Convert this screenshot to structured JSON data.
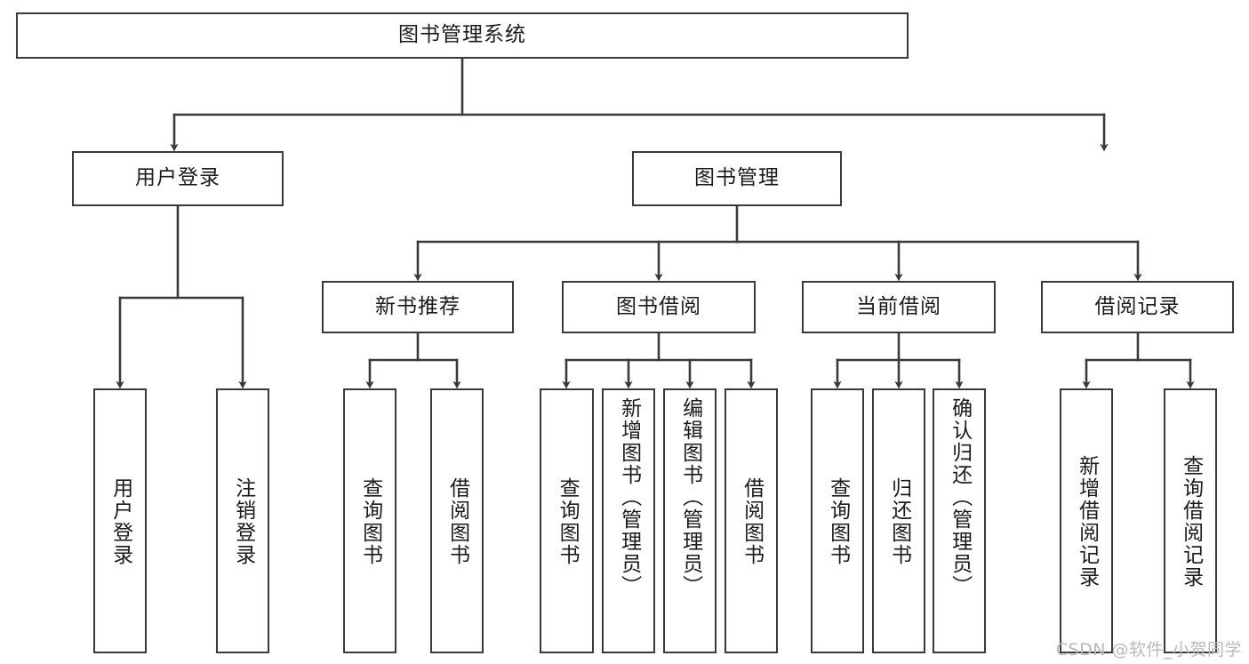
{
  "diagram": {
    "title": "图书管理系统",
    "type": "tree-hierarchy-chart",
    "stroke_color": "#3a3a3a",
    "fill_color": "#ffffff",
    "text_color": "#1b1b1b",
    "nodes": {
      "root": {
        "label": "图书管理系统"
      },
      "level2": [
        {
          "id": "user-login",
          "label": "用户登录"
        },
        {
          "id": "book-manage",
          "label": "图书管理"
        }
      ],
      "level3": [
        {
          "id": "new-book-recommend",
          "label": "新书推荐"
        },
        {
          "id": "book-borrow",
          "label": "图书借阅"
        },
        {
          "id": "current-borrow",
          "label": "当前借阅"
        },
        {
          "id": "borrow-record",
          "label": "借阅记录"
        }
      ],
      "leaves": {
        "user-login": [
          {
            "id": "leaf-user-login",
            "label": "用户登录"
          },
          {
            "id": "leaf-user-logout",
            "label": "注销登录"
          }
        ],
        "new-book-recommend": [
          {
            "id": "leaf-query-book-1",
            "label": "查询图书"
          },
          {
            "id": "leaf-borrow-book-1",
            "label": "借阅图书"
          }
        ],
        "book-borrow": [
          {
            "id": "leaf-query-book-2",
            "label": "查询图书"
          },
          {
            "id": "leaf-add-book",
            "label": "新增图书（管理员）"
          },
          {
            "id": "leaf-edit-book",
            "label": "编辑图书（管理员）"
          },
          {
            "id": "leaf-borrow-book-2",
            "label": "借阅图书"
          }
        ],
        "current-borrow": [
          {
            "id": "leaf-query-book-3",
            "label": "查询图书"
          },
          {
            "id": "leaf-return-book",
            "label": "归还图书"
          },
          {
            "id": "leaf-confirm-return",
            "label": "确认归还（管理员）"
          }
        ],
        "borrow-record": [
          {
            "id": "leaf-add-record",
            "label": "新增借阅记录"
          },
          {
            "id": "leaf-query-record",
            "label": "查询借阅记录"
          }
        ]
      }
    }
  },
  "watermark": {
    "text": "CSDN @软件_小贺同学"
  }
}
